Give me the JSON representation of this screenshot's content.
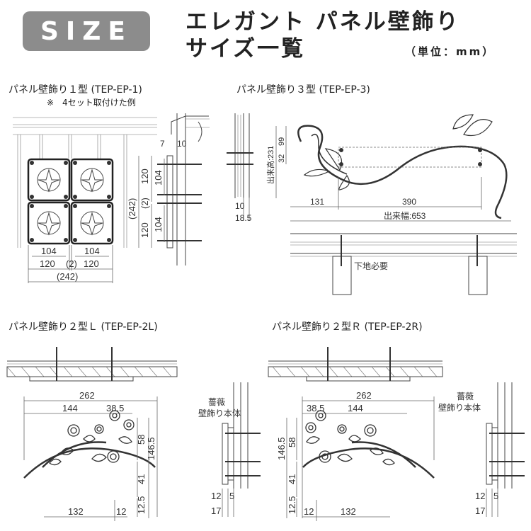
{
  "header": {
    "badge": "SIZE",
    "title_line1": "エレガント パネル壁飾り",
    "title_line2": "サイズ一覧",
    "unit": "（単位：mm）"
  },
  "type1": {
    "title": "パネル壁飾り１型 (TEP-EP-1)",
    "note": "※　4セット取付けた例",
    "dims": {
      "d104a": "104",
      "d104b": "104",
      "d120a": "120",
      "d2": "(2)",
      "d120b": "120",
      "d242": "(242)",
      "v120a": "120",
      "v2": "(2)",
      "v120b": "120",
      "v242": "(242)",
      "v104a": "104",
      "v104b": "104",
      "s7": "7",
      "s10": "10"
    }
  },
  "type3": {
    "title": "パネル壁飾り３型 (TEP-EP-3)",
    "dims": {
      "h231": "出来高:231",
      "d99": "99",
      "d32": "32",
      "d10": "10",
      "d185": "18.5",
      "d131": "131",
      "d390": "390",
      "w653": "出来幅:653"
    },
    "note_base": "下地必要"
  },
  "type2l": {
    "title": "パネル壁飾り２型Ｌ (TEP-EP-2L)",
    "dims": {
      "d262": "262",
      "d144": "144",
      "d385": "38.5",
      "d58": "58",
      "d1465": "146.5",
      "d41": "41",
      "d125": "12.5",
      "d132": "132",
      "d12": "12"
    }
  },
  "type2r": {
    "title": "パネル壁飾り２型Ｒ (TEP-EP-2R)",
    "dims": {
      "d262": "262",
      "d385": "38.5",
      "d144": "144",
      "d1465": "146.5",
      "d58": "58",
      "d41": "41",
      "d125": "12.5",
      "d12": "12",
      "d132": "132"
    }
  },
  "side": {
    "label1": "薔薇",
    "label2": "壁飾り本体",
    "d12": "12",
    "d5": "5",
    "d17": "17"
  }
}
